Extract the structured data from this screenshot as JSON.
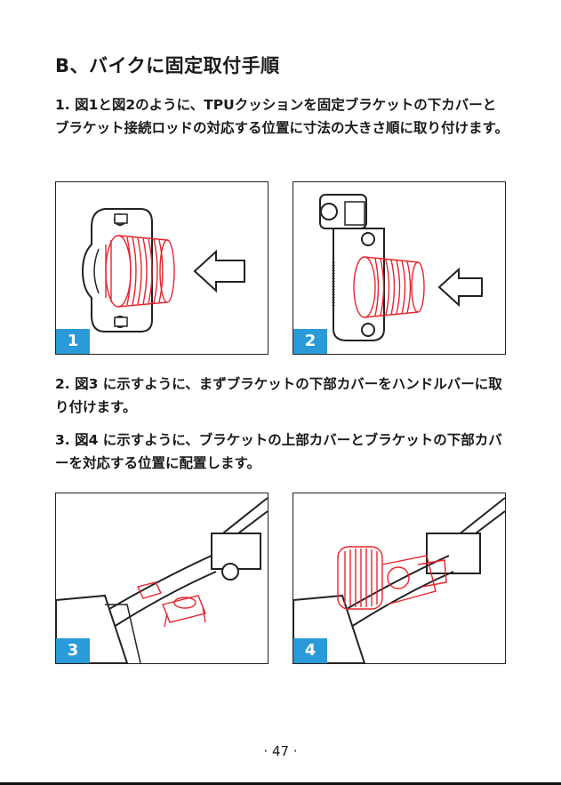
{
  "title": "B、バイクに固定取付手順",
  "steps": {
    "step1": "1. 図1と図2のように、TPUクッションを固定ブラケットの下カバーとブラケット接続ロッドの対応する位置に寸法の大きさ順に取り付けます。",
    "step2": "2. 図3 に示すように、まずブラケットの下部カバーをハンドルバーに取り付けます。",
    "step3": "3. 図4 に示すように、ブラケットの上部カバーとブラケットの下部カバーを対応する位置に配置します。"
  },
  "figures": {
    "fig1_label": "1",
    "fig2_label": "2",
    "fig3_label": "3",
    "fig4_label": "4"
  },
  "colors": {
    "accent": "#2a9ad8",
    "highlight": "#e8242c"
  },
  "page_number": "· 47 ·"
}
